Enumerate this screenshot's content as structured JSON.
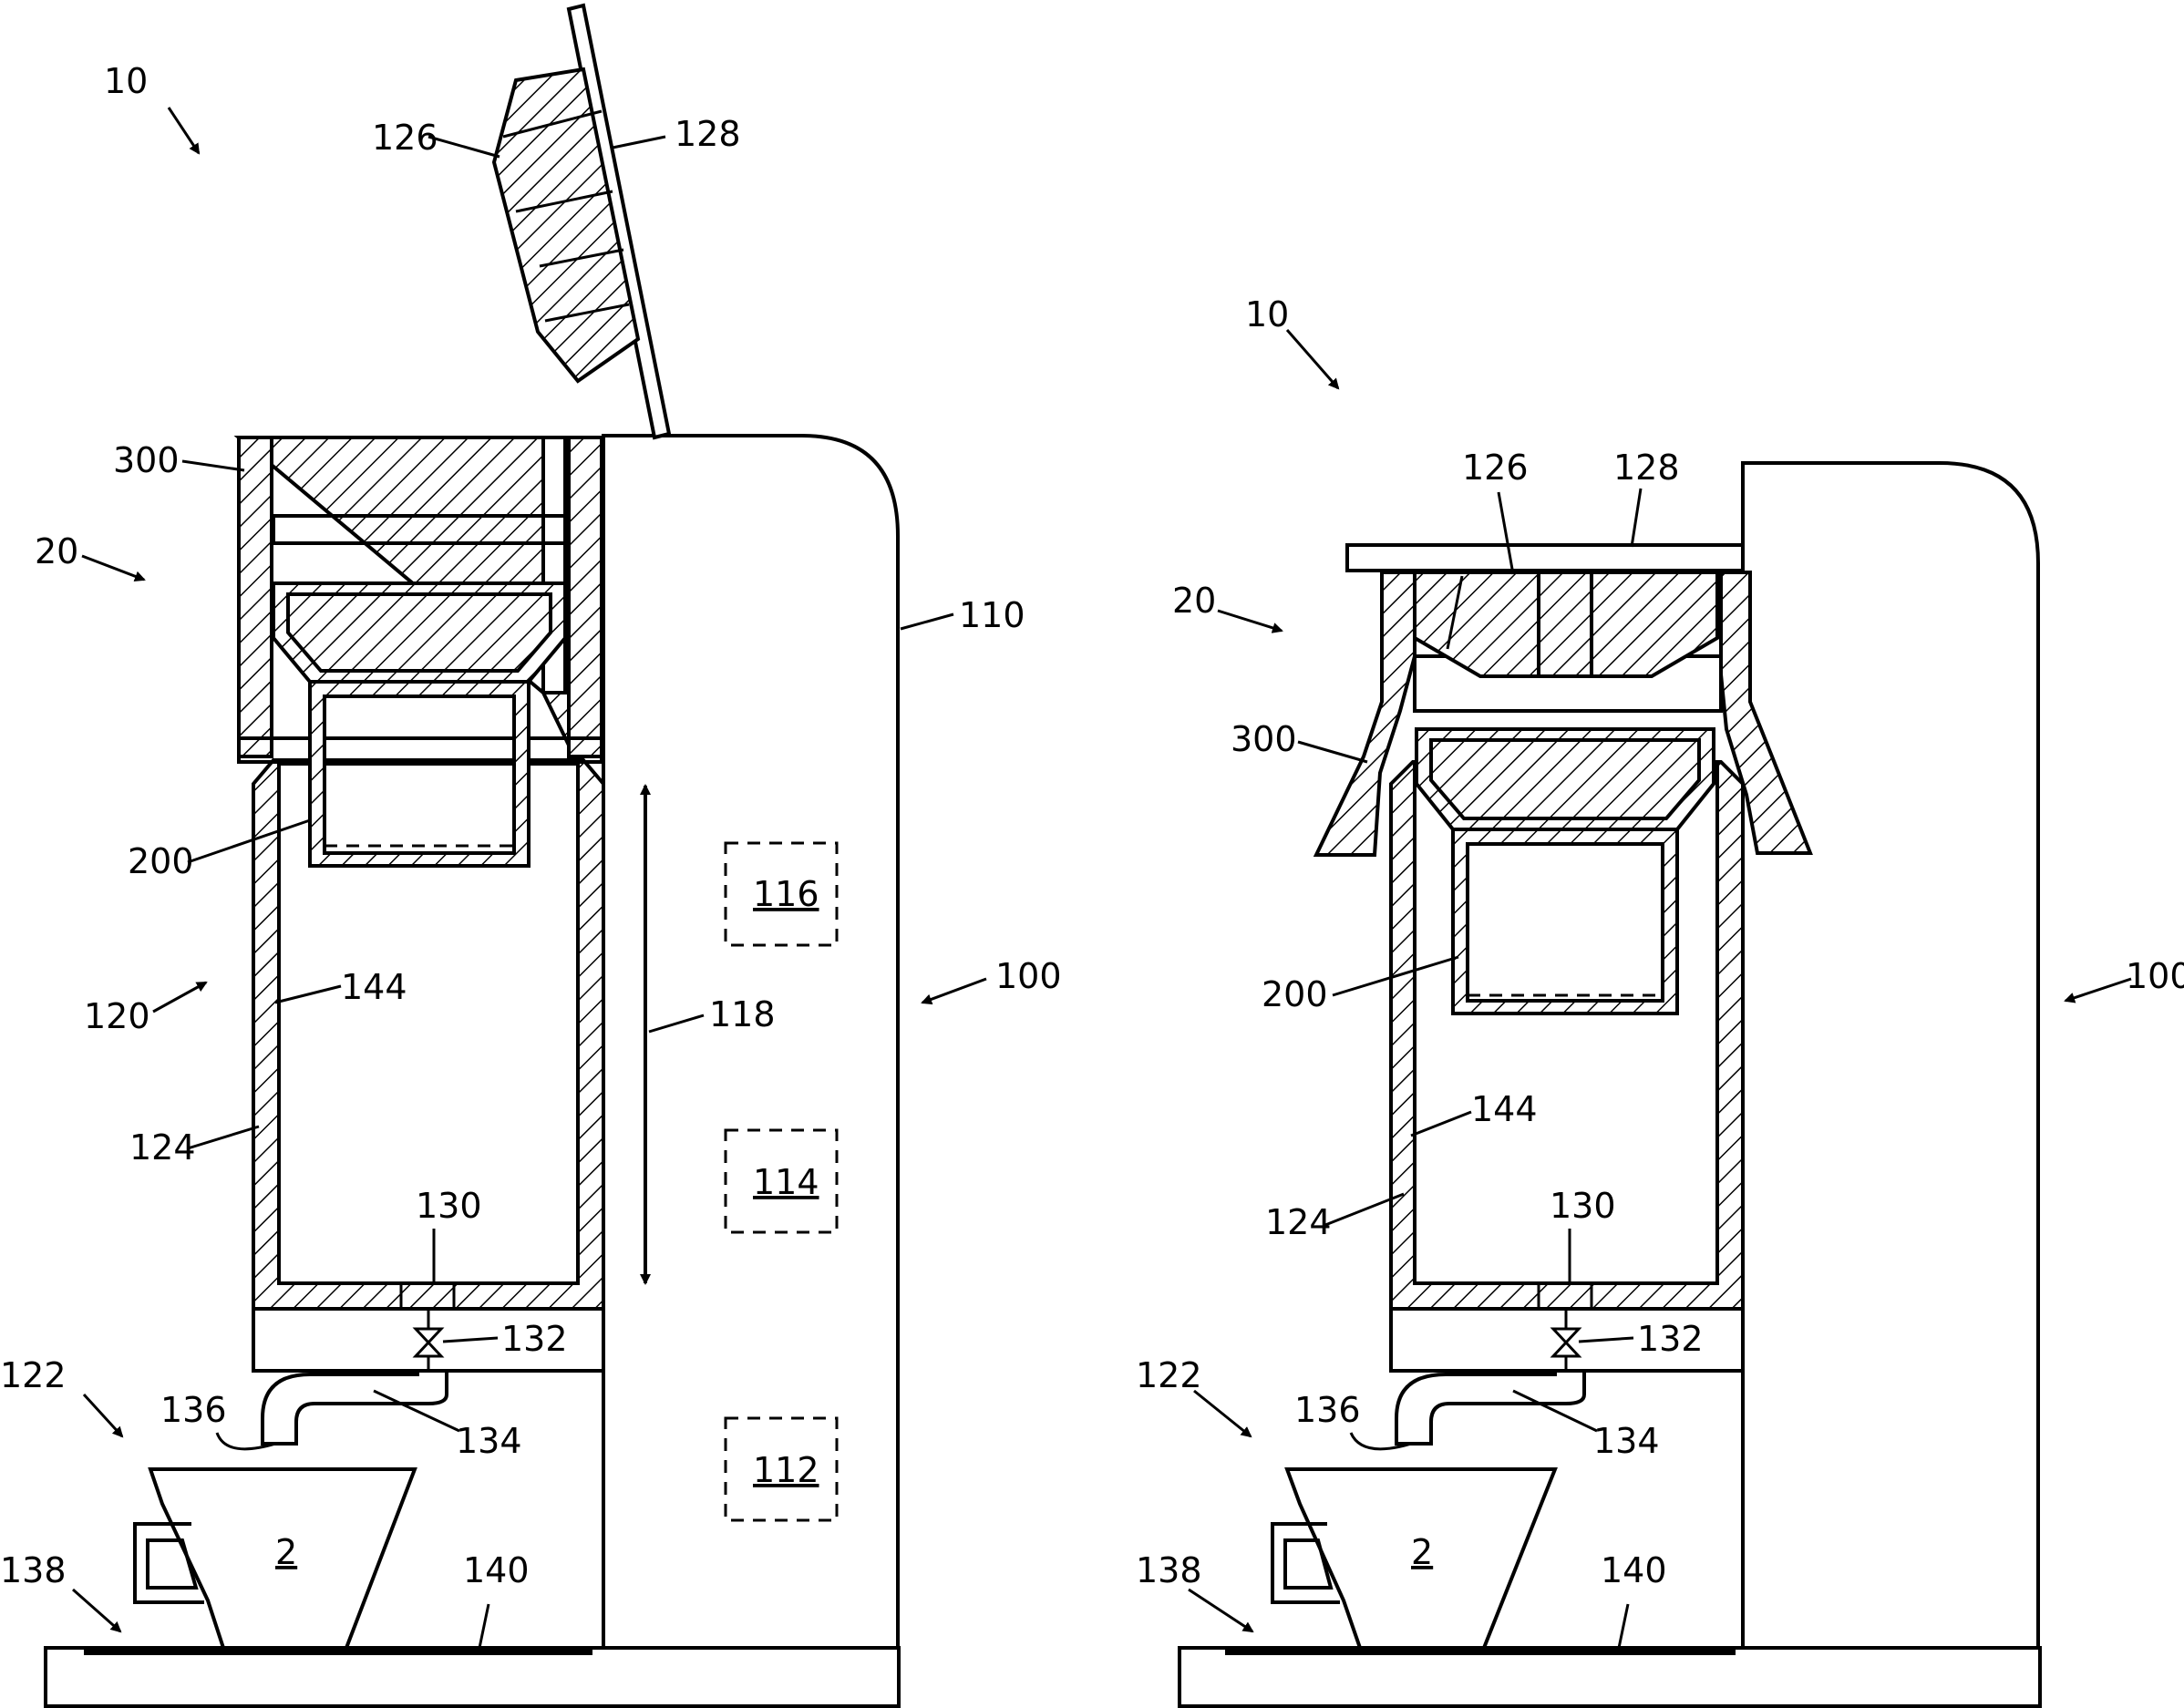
{
  "figures": {
    "left": {
      "labels": {
        "ref_10": "10",
        "ref_126": "126",
        "ref_128": "128",
        "ref_300": "300",
        "ref_20": "20",
        "ref_110": "110",
        "ref_200": "200",
        "ref_116": "116",
        "ref_120": "120",
        "ref_144": "144",
        "ref_118": "118",
        "ref_100": "100",
        "ref_124": "124",
        "ref_114": "114",
        "ref_130": "130",
        "ref_132": "132",
        "ref_122": "122",
        "ref_136": "136",
        "ref_134": "134",
        "ref_112": "112",
        "ref_2": "2",
        "ref_138": "138",
        "ref_140": "140"
      }
    },
    "right": {
      "labels": {
        "ref_10": "10",
        "ref_126": "126",
        "ref_128": "128",
        "ref_20": "20",
        "ref_300": "300",
        "ref_200": "200",
        "ref_100": "100",
        "ref_144": "144",
        "ref_124": "124",
        "ref_130": "130",
        "ref_132": "132",
        "ref_122": "122",
        "ref_136": "136",
        "ref_134": "134",
        "ref_2": "2",
        "ref_138": "138",
        "ref_140": "140"
      }
    }
  }
}
